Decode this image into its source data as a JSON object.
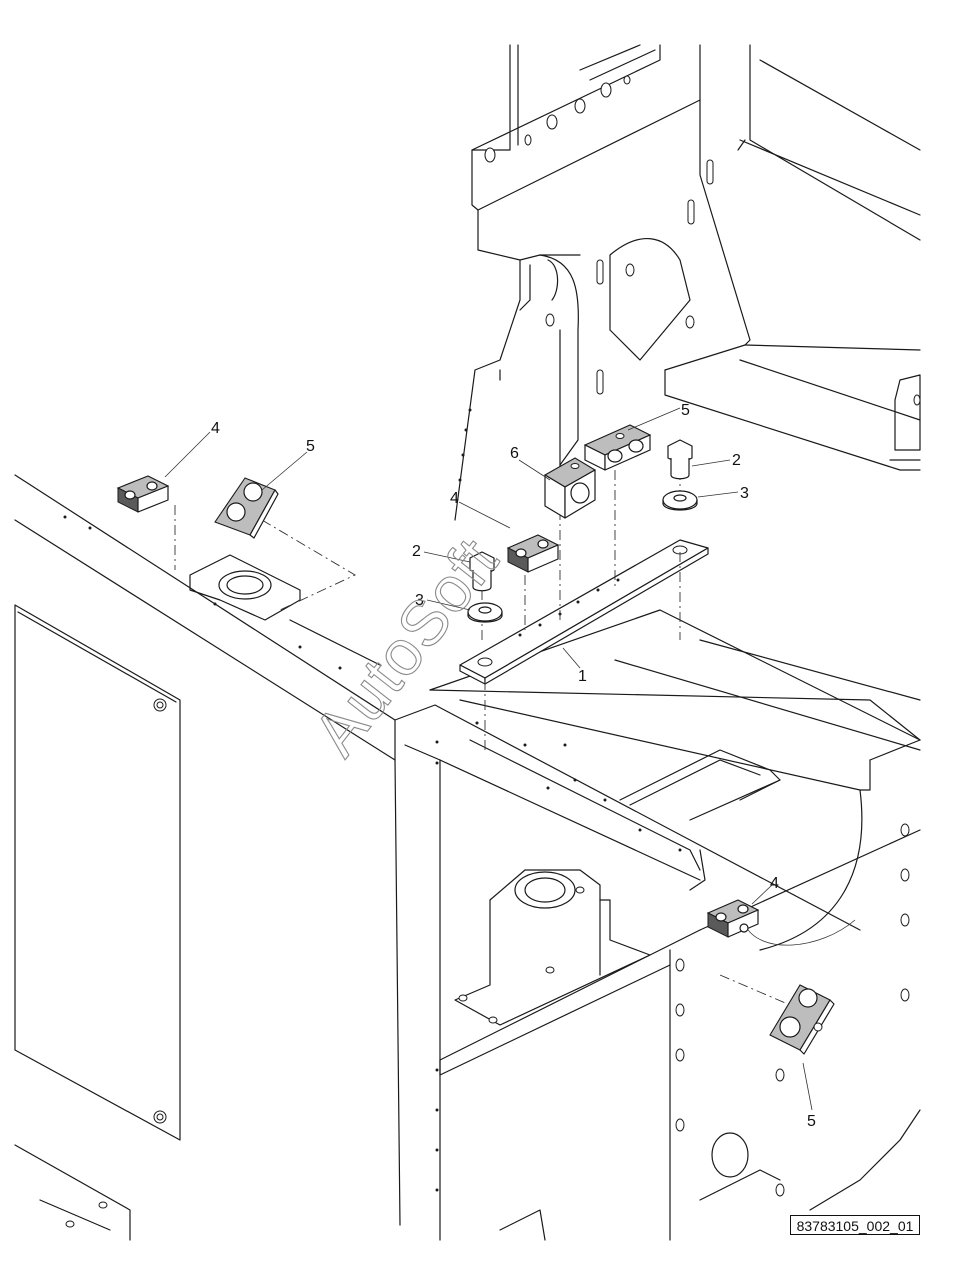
{
  "callouts": {
    "c1": "1",
    "c2a": "2",
    "c2b": "2",
    "c3a": "3",
    "c3b": "3",
    "c4a": "4",
    "c4b": "4",
    "c4c": "4",
    "c5a": "5",
    "c5b": "5",
    "c5c": "5",
    "c6": "6"
  },
  "watermark": "AutoSoft",
  "reference_code": "83783105_002_01"
}
